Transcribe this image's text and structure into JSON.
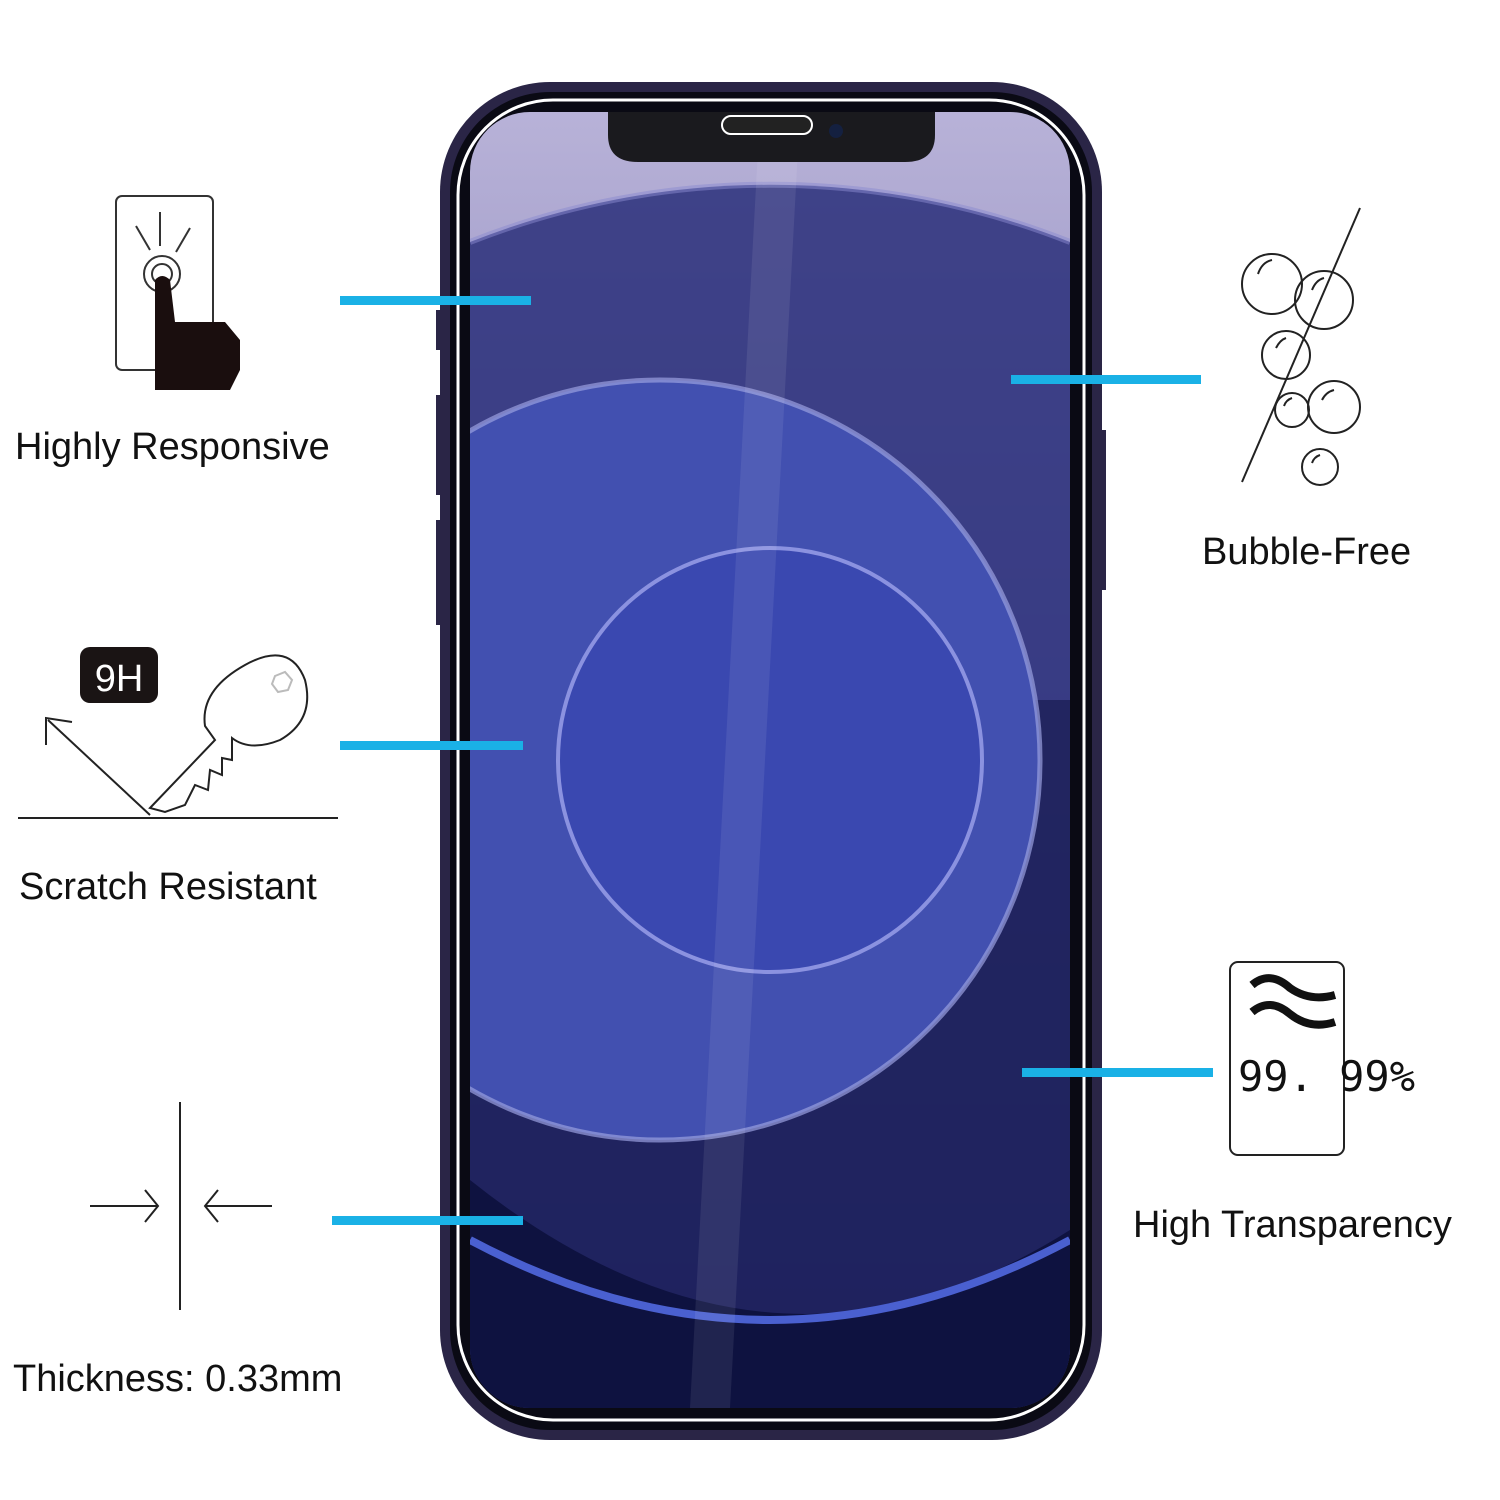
{
  "features": {
    "responsive": "Highly Responsive",
    "scratch": "Scratch Resistant",
    "thickness": "Thickness: 0.33mm",
    "bubble": "Bubble-Free",
    "transparency": "High Transparency"
  },
  "icons": {
    "hardness_badge": "9H",
    "transparency_value": "99. 99%"
  },
  "colors": {
    "accent_line": "#1ab1e6",
    "phone_frame": "#2a2546",
    "screen_dark": "#12163a"
  }
}
